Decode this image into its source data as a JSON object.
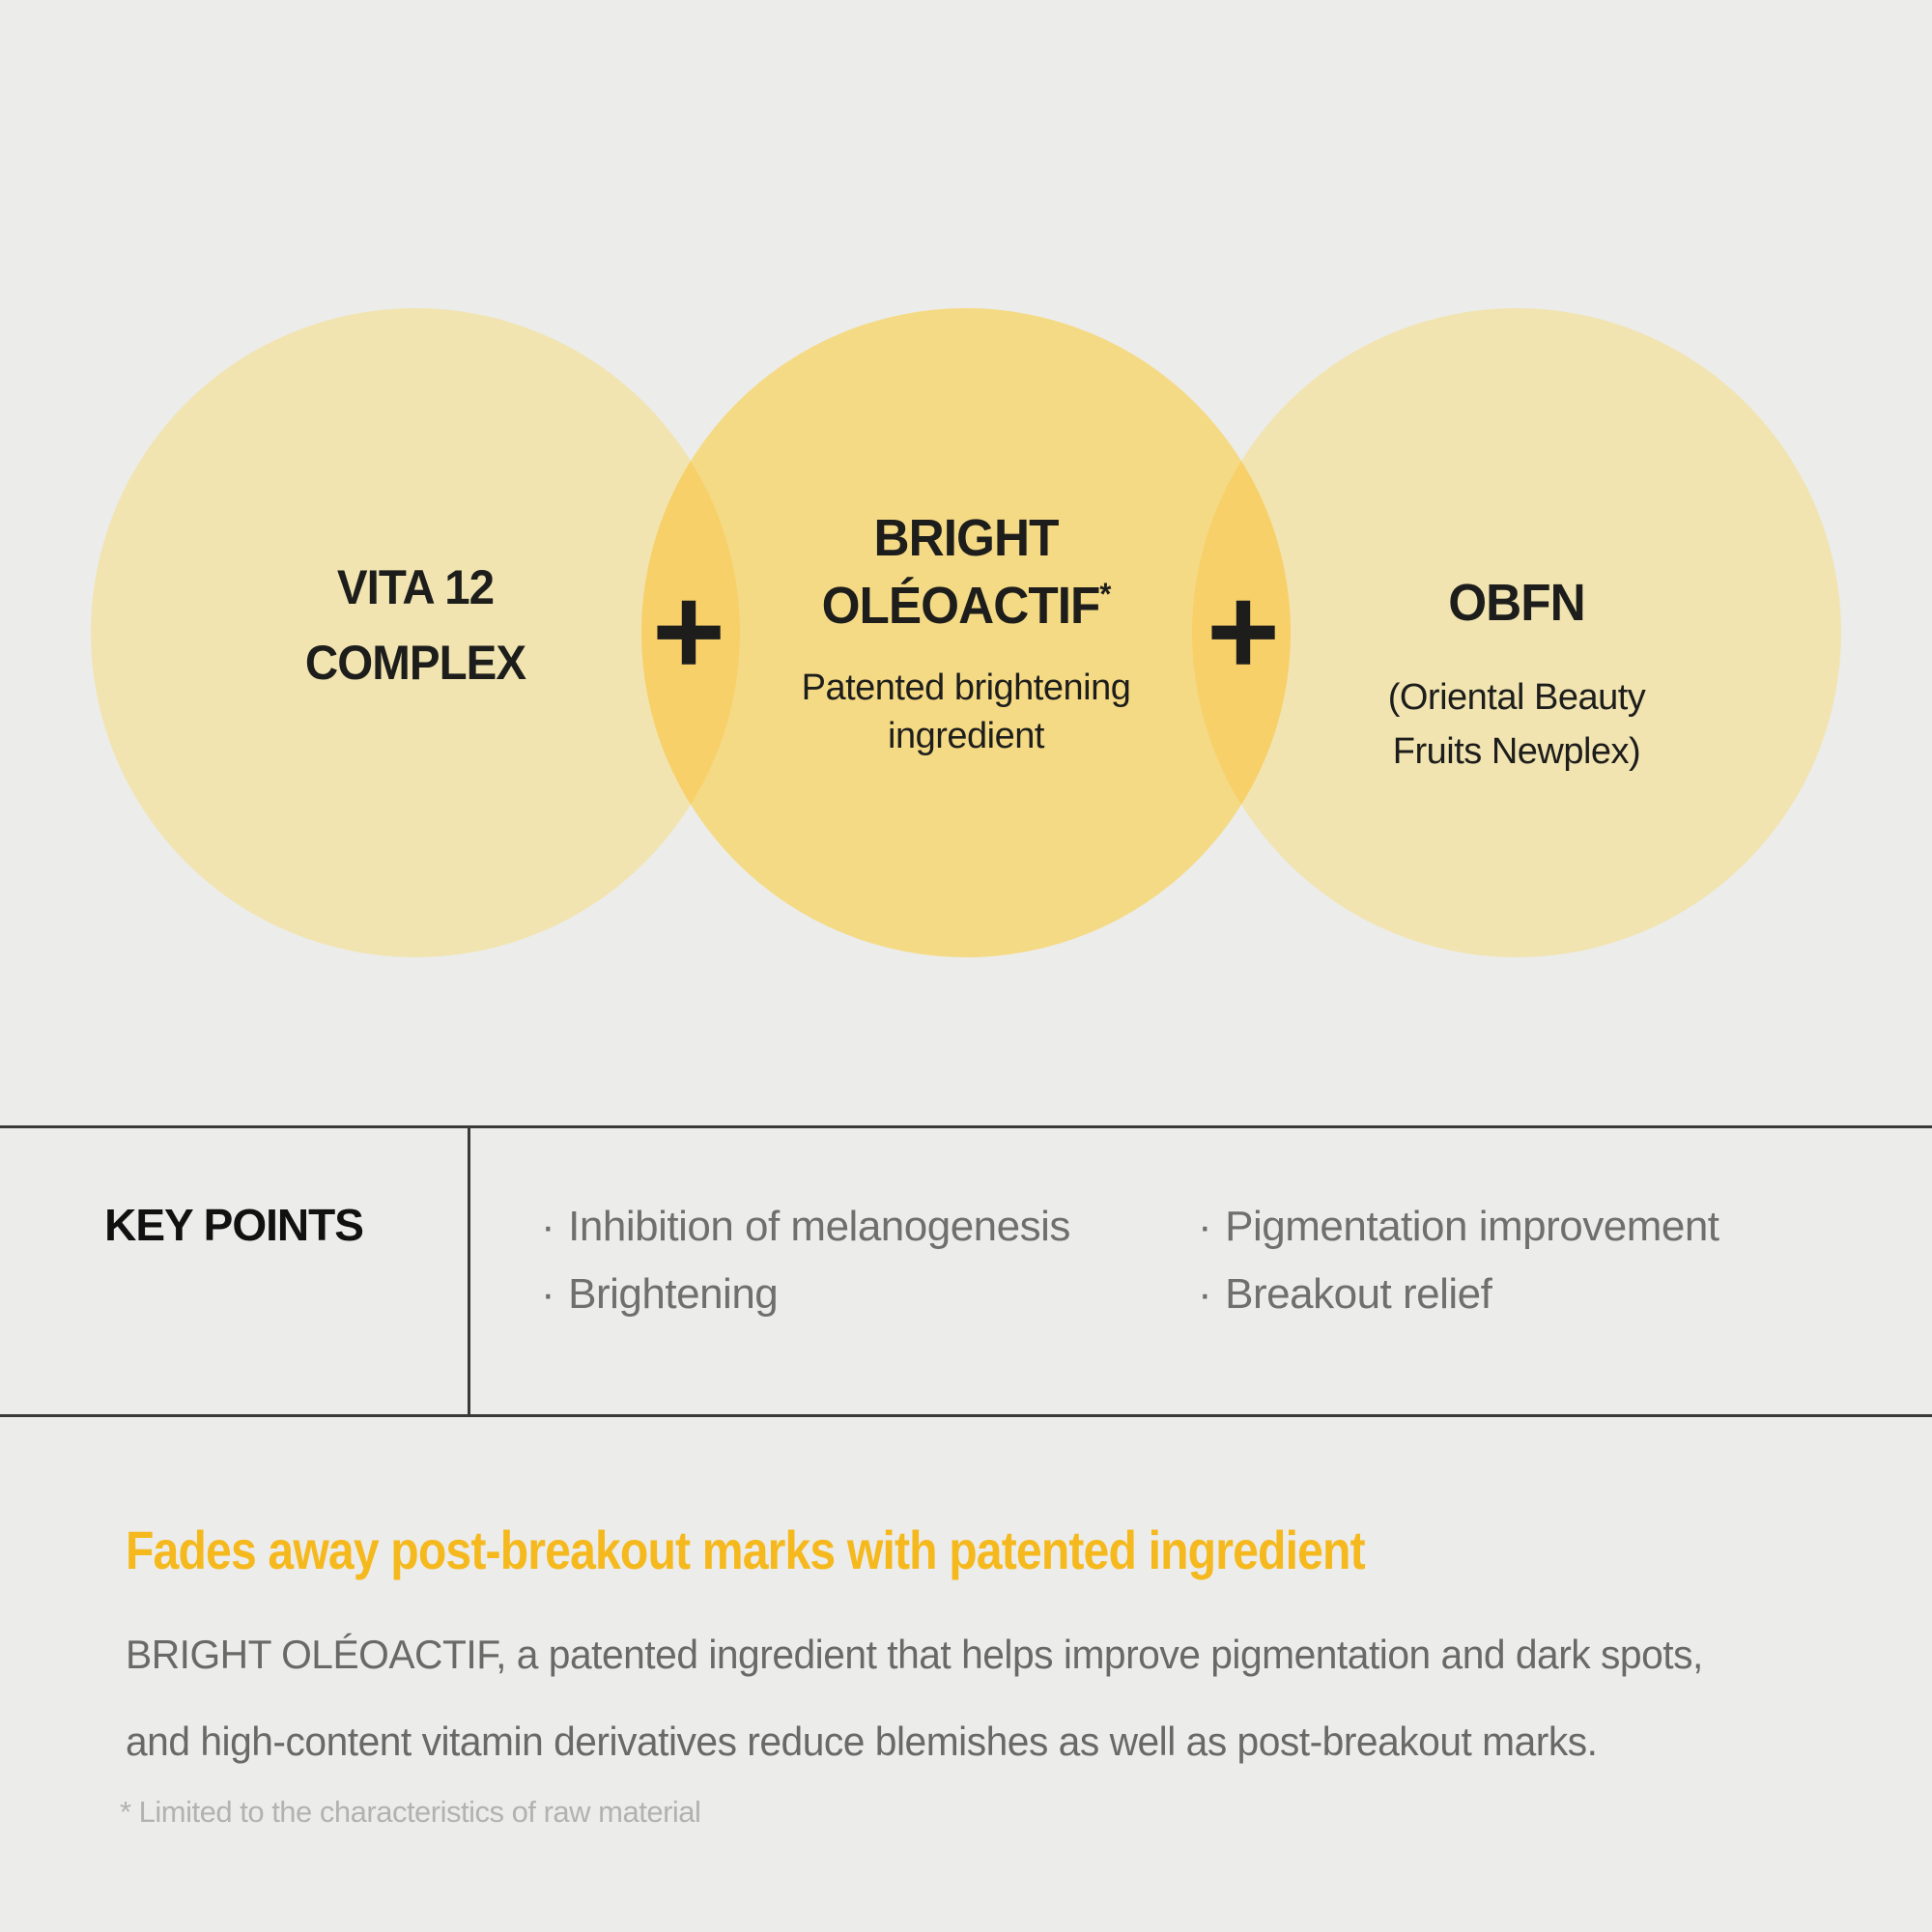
{
  "venn": {
    "plus_symbol": "+",
    "colors": {
      "background": "#ECECEA",
      "outer_circle": "#F1E4B1",
      "center_circle": "#F5DA85",
      "overlap": "#F7D06A"
    },
    "circles": [
      {
        "title_line1": "VITA 12",
        "title_line2": "COMPLEX"
      },
      {
        "title_line1": "BRIGHT",
        "title_line2": "OLÉOACTIF",
        "title_superscript": "*",
        "subtitle_line1": "Patented brightening",
        "subtitle_line2": "ingredient"
      },
      {
        "title_line1": "OBFN",
        "subtitle_line1": "(Oriental Beauty",
        "subtitle_line2": "Fruits Newplex)"
      }
    ]
  },
  "key_points": {
    "label": "KEY POINTS",
    "bullet": "·",
    "columns": [
      {
        "items": [
          "Inhibition of melanogenesis",
          "Brightening"
        ]
      },
      {
        "items": [
          "Pigmentation improvement",
          "Breakout relief"
        ]
      }
    ]
  },
  "description": {
    "heading": "Fades away post-breakout marks with patented ingredient",
    "heading_color": "#F5B91E",
    "body_line1": "BRIGHT OLÉOACTIF, a patented ingredient that helps improve pigmentation and dark spots,",
    "body_line2": "and high-content vitamin derivatives reduce blemishes as well as post-breakout marks.",
    "footnote": "* Limited to the characteristics of raw material"
  }
}
